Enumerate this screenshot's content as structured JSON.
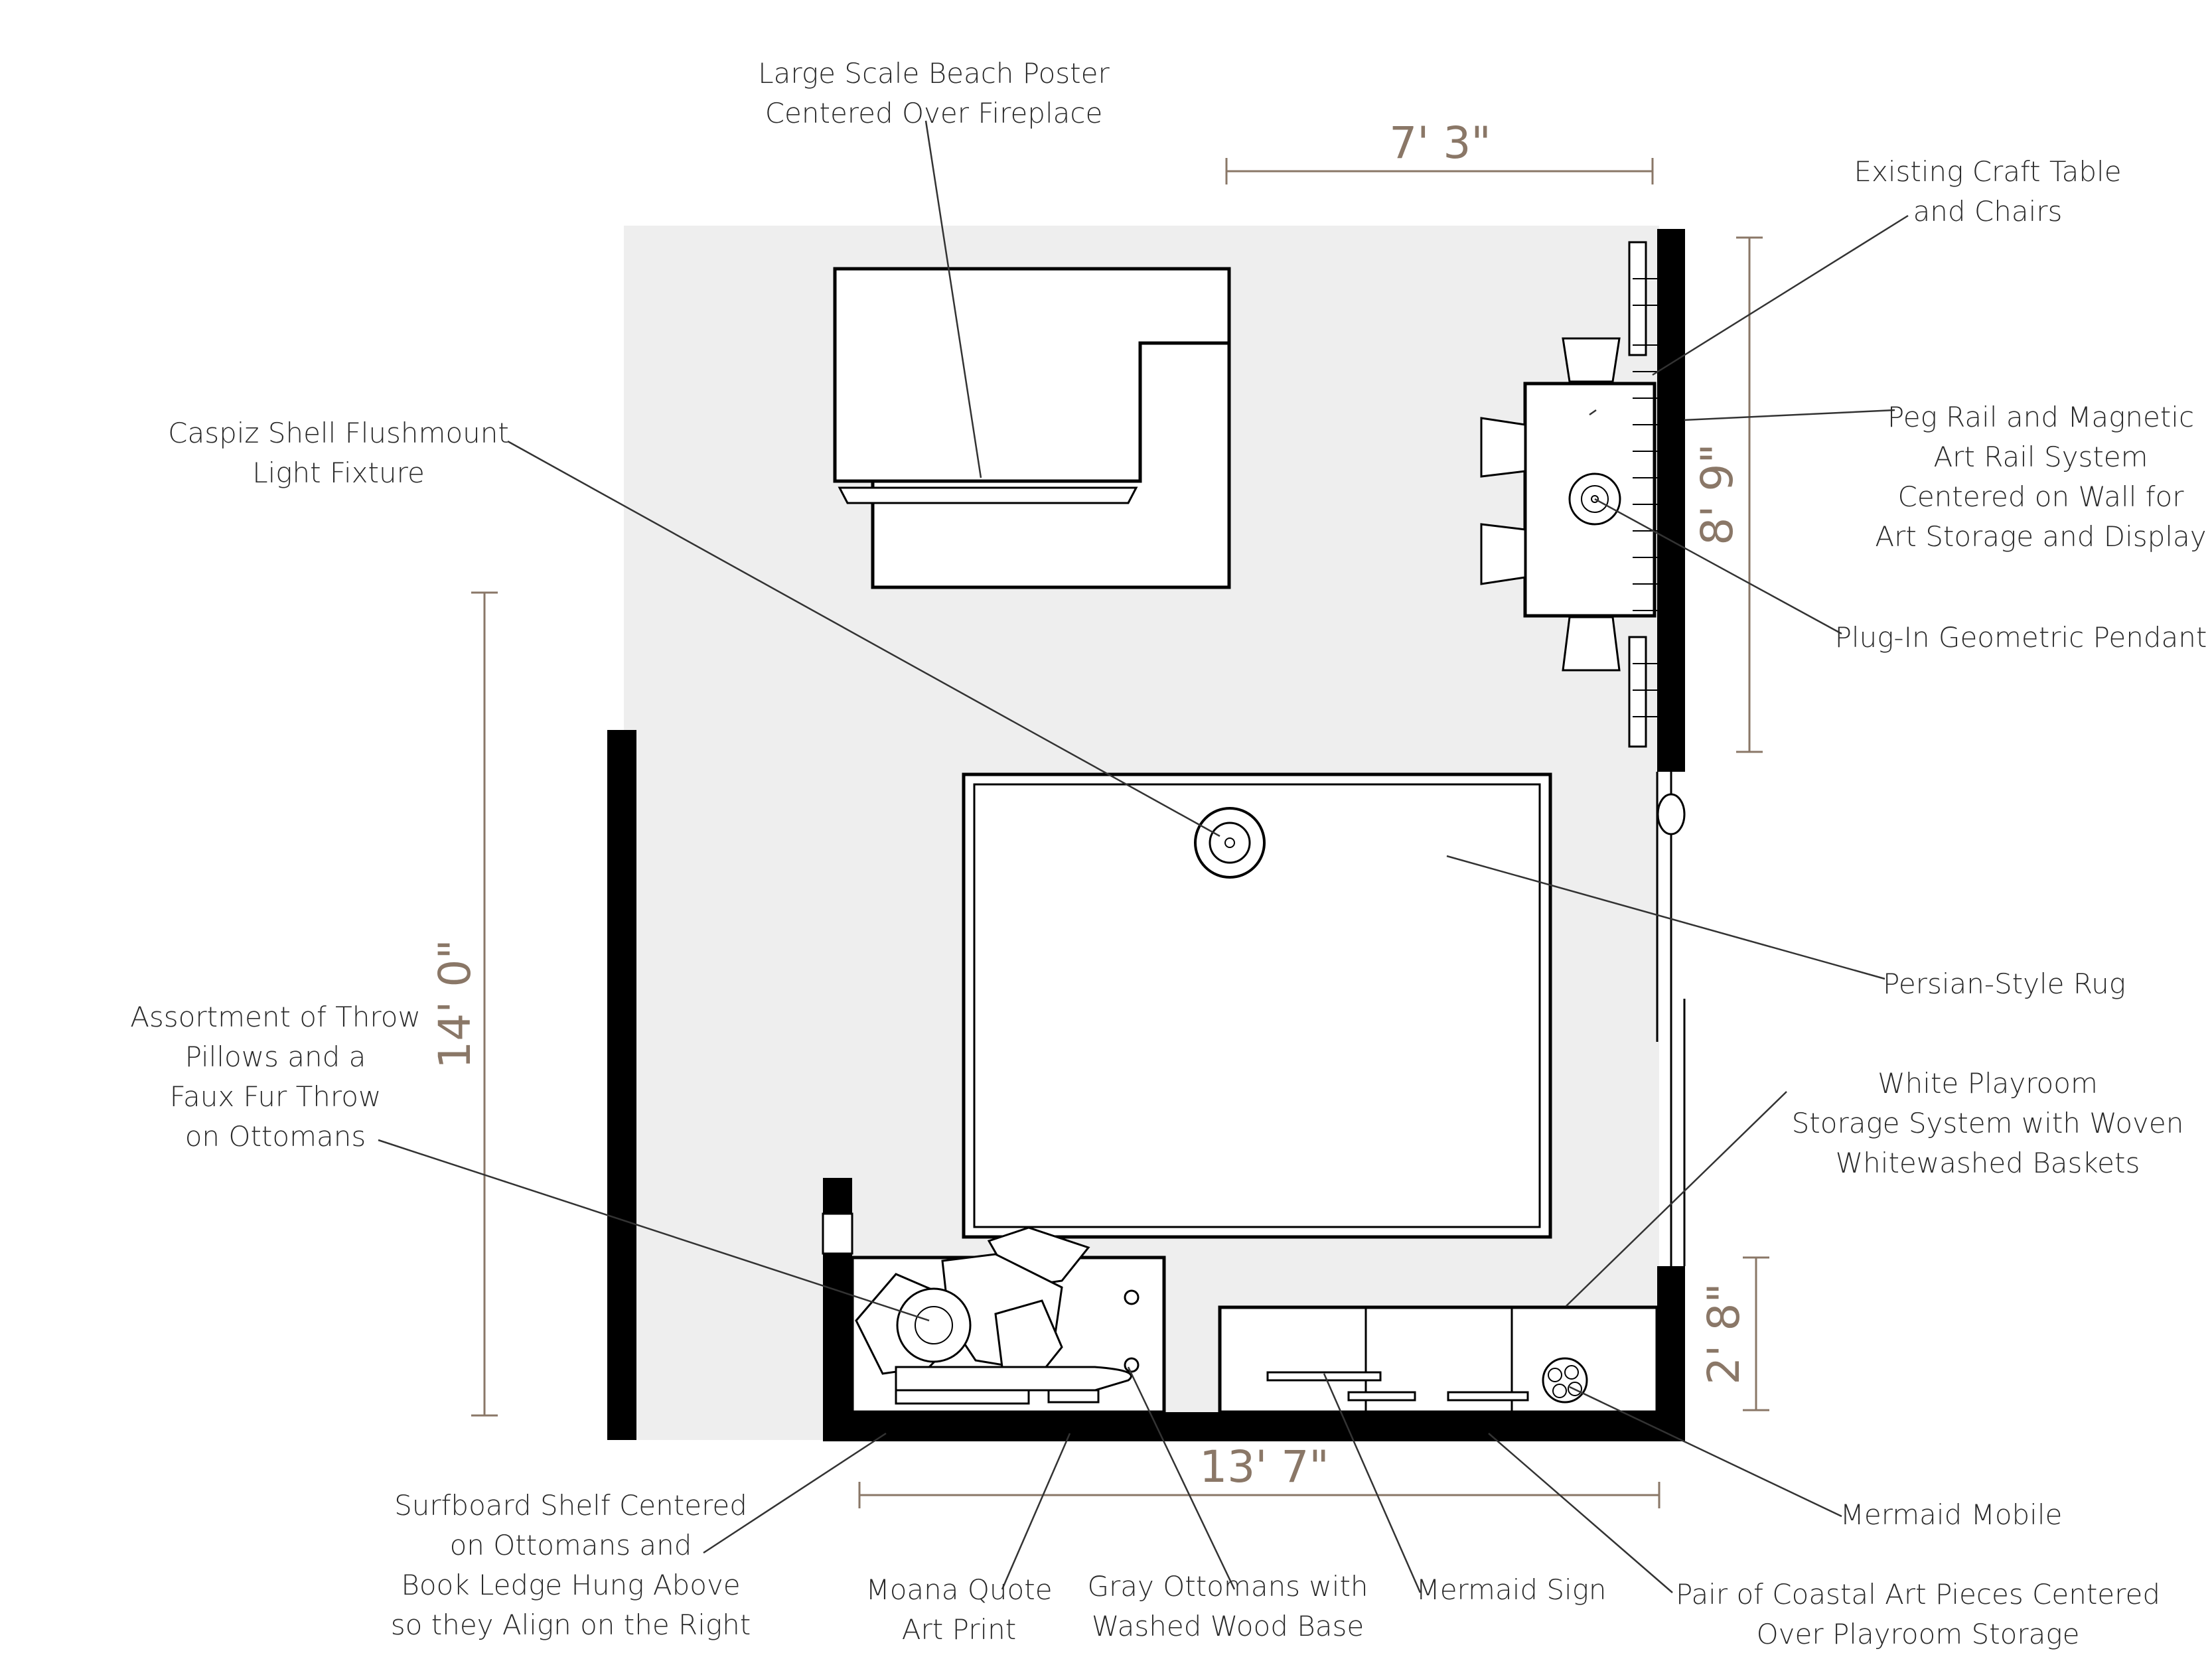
{
  "dimensions": {
    "top_width": "7' 3\"",
    "right_height": "8' 9\"",
    "left_height": "14' 0\"",
    "right_small": "2' 8\"",
    "bottom_width": "13' 7\""
  },
  "labels": {
    "beach_poster": [
      "Large Scale Beach Poster",
      "Centered Over Fireplace"
    ],
    "craft_table": [
      "Existing Craft Table",
      "and Chairs"
    ],
    "caspiz": [
      "Caspiz Shell Flushmount",
      "Light Fixture"
    ],
    "peg_rail": [
      "Peg Rail and Magnetic",
      "Art Rail System",
      "Centered on Wall for",
      "Art Storage and Display"
    ],
    "pendant": [
      "Plug-In Geometric Pendant"
    ],
    "rug": [
      "Persian-Style Rug"
    ],
    "throw": [
      "Assortment of Throw",
      "Pillows and a",
      "Faux Fur Throw",
      "on Ottomans"
    ],
    "storage": [
      "White Playroom",
      "Storage System with Woven",
      "Whitewashed Baskets"
    ],
    "surfboard": [
      "Surfboard Shelf Centered",
      "on Ottomans and",
      "Book Ledge Hung Above",
      "so they Align on the Right"
    ],
    "moana": [
      "Moana Quote",
      "Art Print"
    ],
    "gray_ottomans": [
      "Gray Ottomans with",
      "Washed Wood Base"
    ],
    "mermaid_sign": [
      "Mermaid Sign"
    ],
    "coastal_art": [
      "Pair of Coastal Art Pieces Centered",
      "Over Playroom Storage"
    ],
    "mermaid_mobile": [
      "Mermaid Mobile"
    ]
  }
}
